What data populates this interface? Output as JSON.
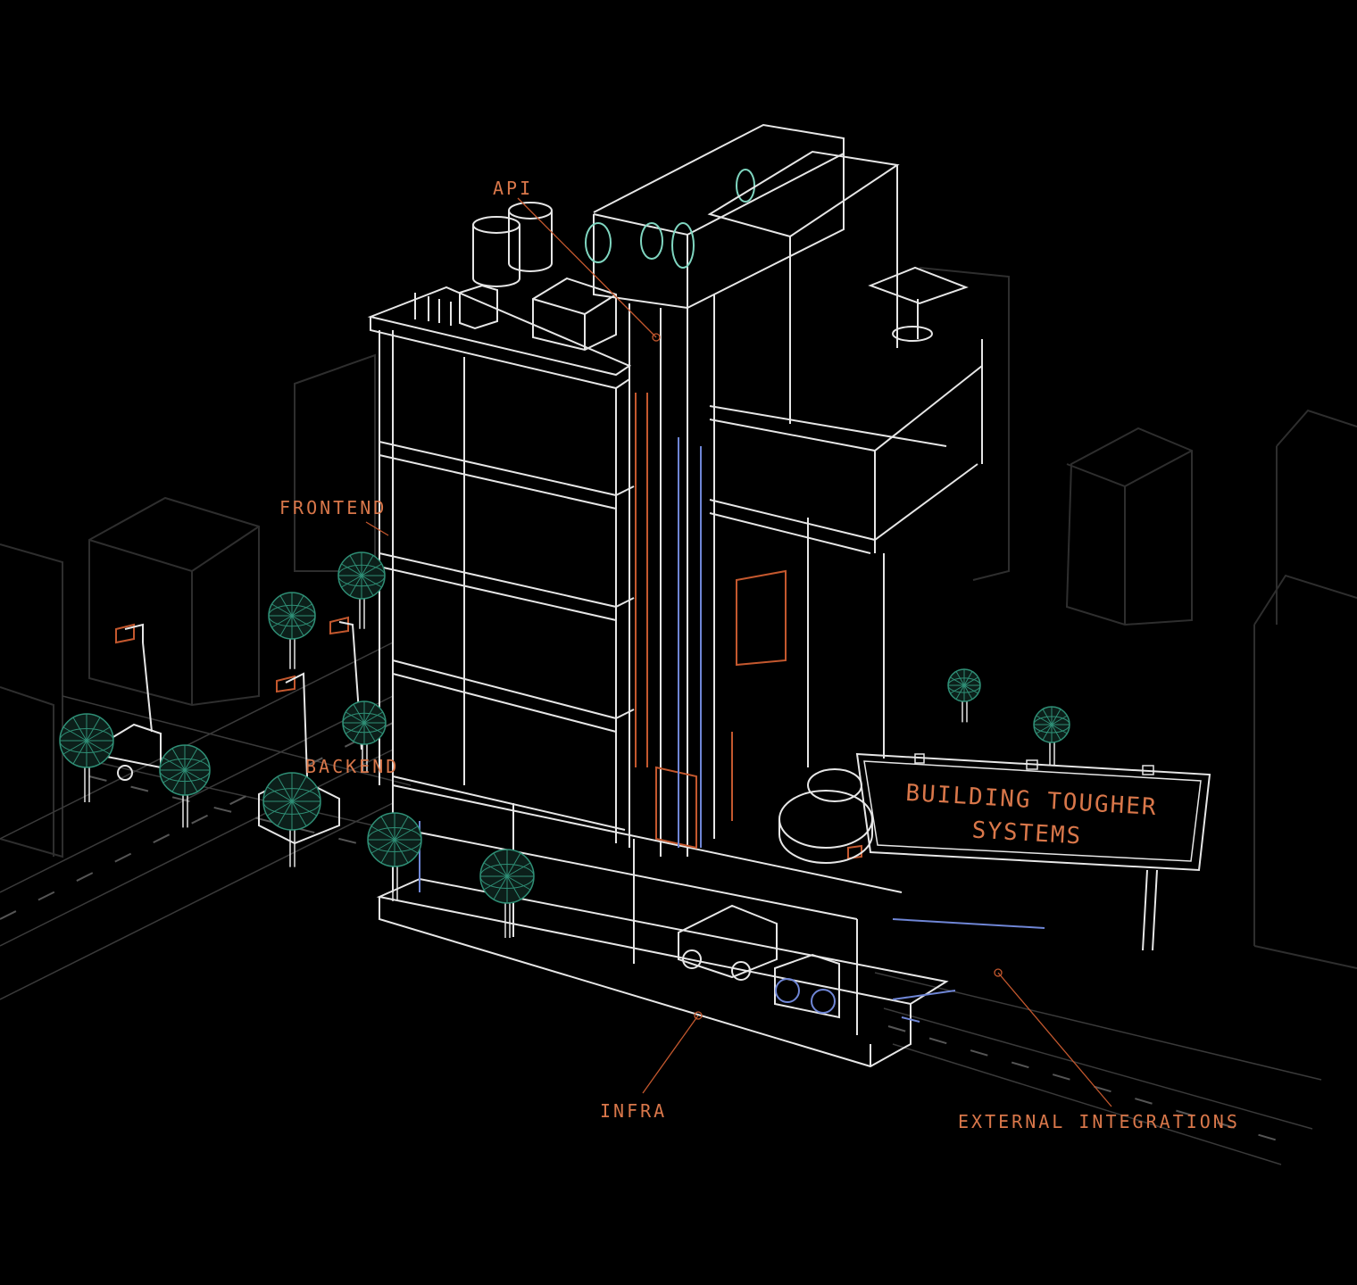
{
  "labels": {
    "api": "API",
    "frontend": "FRONTEND",
    "backend": "BACKEND",
    "infra": "INFRA",
    "external": "EXTERNAL INTEGRATIONS"
  },
  "billboard": {
    "line1": "BUILDING TOUGHER",
    "line2": "SYSTEMS"
  },
  "colors": {
    "background": "#000000",
    "wire": "#e6e6e6",
    "wire_dim": "#3a3a3a",
    "accent": "#d9774a",
    "tree": "#2f8f76",
    "pipe": "#6f86d6"
  }
}
